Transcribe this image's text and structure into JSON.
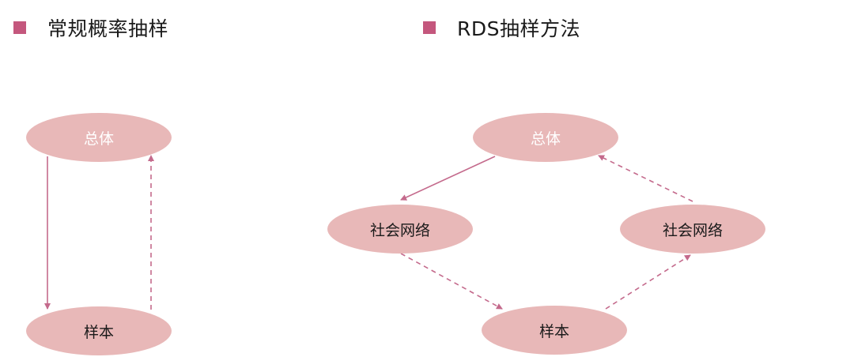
{
  "colors": {
    "bullet": "#c4577d",
    "node_fill": "#e8b8b8",
    "arrow": "#c46a8c",
    "node_text_light": "#ffffff",
    "node_text_dark": "#1a1a1a"
  },
  "headings": {
    "left": "常规概率抽样",
    "right": "RDS抽样方法"
  },
  "left_diagram": {
    "population": "总体",
    "sample": "样本"
  },
  "right_diagram": {
    "population": "总体",
    "network_left": "社会网络",
    "network_right": "社会网络",
    "sample": "样本"
  }
}
